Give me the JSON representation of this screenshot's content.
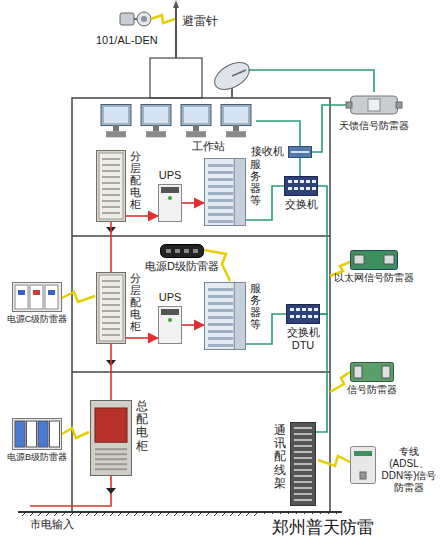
{
  "diagram": {
    "nodes": [
      {
        "text": [
          "天馈信号防雷器"
        ]
      },
      {
        "text": [
          "工作站"
        ]
      },
      {
        "text": [
          "接收机"
        ]
      },
      {
        "text": [
          "分层配电柜"
        ]
      },
      {
        "text": [
          "UPS"
        ]
      },
      {
        "text": [
          "服务器等"
        ]
      },
      {
        "text": [
          "交换机"
        ]
      },
      {
        "text": [
          "电源D级防雷器"
        ]
      },
      {
        "text": [
          "以太网信号防雷器"
        ]
      },
      {
        "text": [
          "电源C级防雷器"
        ]
      },
      {
        "text": [
          "分层配电柜"
        ]
      },
      {
        "text": [
          "UPS"
        ]
      },
      {
        "text": [
          "服务器等"
        ]
      },
      {
        "text": [
          "交换机 DTU"
        ]
      },
      {
        "text": [
          "信号防雷器"
        ]
      },
      {
        "text": [
          "总配电柜"
        ]
      },
      {
        "text": [
          "通讯配线架"
        ]
      },
      {
        "text": [
          "电源B级防雷器"
        ]
      },
      {
        "text": [
          "专线(ADSL、DDN等)信号防雷器"
        ]
      }
    ],
    "edges": [
      {
        "from": 0,
        "to": 2,
        "arrow": "none"
      },
      {
        "from": 2,
        "to": 1,
        "arrow": "none"
      },
      {
        "from": 6,
        "to": 2,
        "arrow": "none"
      },
      {
        "from": 5,
        "to": 6,
        "arrow": "none"
      },
      {
        "from": 3,
        "to": 4,
        "arrow": "to"
      },
      {
        "from": 4,
        "to": 5,
        "arrow": "to"
      },
      {
        "from": 15,
        "to": 10,
        "arrow": "none"
      },
      {
        "from": 10,
        "to": 3,
        "arrow": "none"
      },
      {
        "from": 10,
        "to": 11,
        "arrow": "to"
      },
      {
        "from": 11,
        "to": 12,
        "arrow": "to"
      },
      {
        "from": 12,
        "to": 13,
        "arrow": "none"
      },
      {
        "from": 13,
        "to": 6,
        "arrow": "none"
      },
      {
        "from": 16,
        "to": 13,
        "arrow": "none"
      }
    ],
    "labels": [
      "101/AL-DEN",
      "避雷针",
      "市电输入",
      "郑州普天防雷"
    ]
  }
}
